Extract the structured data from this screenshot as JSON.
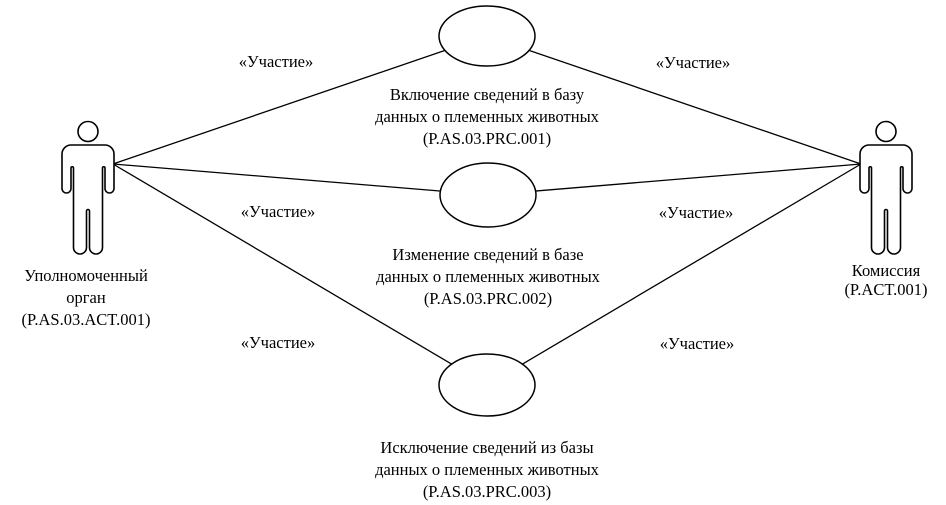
{
  "diagram_title": "",
  "actors": {
    "left": {
      "line1": "Уполномоченный",
      "line2": "орган",
      "line3": "(P.AS.03.ACT.001)"
    },
    "right": {
      "line1": "Комиссия",
      "line2": "(P.ACT.001)"
    }
  },
  "usecases": [
    {
      "line1": "Включение сведений в базу",
      "line2": "данных о племенных животных",
      "line3": "(P.AS.03.PRC.001)"
    },
    {
      "line1": "Изменение сведений в базе",
      "line2": "данных о племенных животных",
      "line3": "(P.AS.03.PRC.002)"
    },
    {
      "line1": "Исключение сведений из базы",
      "line2": "данных о племенных животных",
      "line3": "(P.AS.03.PRC.003)"
    }
  ],
  "edges": [
    {
      "from": "P.AS.03.ACT.001",
      "to": "P.AS.03.PRC.001",
      "label": "«Участие»"
    },
    {
      "from": "P.ACT.001",
      "to": "P.AS.03.PRC.001",
      "label": "«Участие»"
    },
    {
      "from": "P.AS.03.ACT.001",
      "to": "P.AS.03.PRC.002",
      "label": "«Участие»"
    },
    {
      "from": "P.ACT.001",
      "to": "P.AS.03.PRC.002",
      "label": "«Участие»"
    },
    {
      "from": "P.AS.03.ACT.001",
      "to": "P.AS.03.PRC.003",
      "label": "«Участие»"
    },
    {
      "from": "P.ACT.001",
      "to": "P.AS.03.PRC.003",
      "label": "«Участие»"
    }
  ],
  "colors": {
    "stroke": "#000000",
    "fill": "#ffffff",
    "background": "#ffffff"
  }
}
